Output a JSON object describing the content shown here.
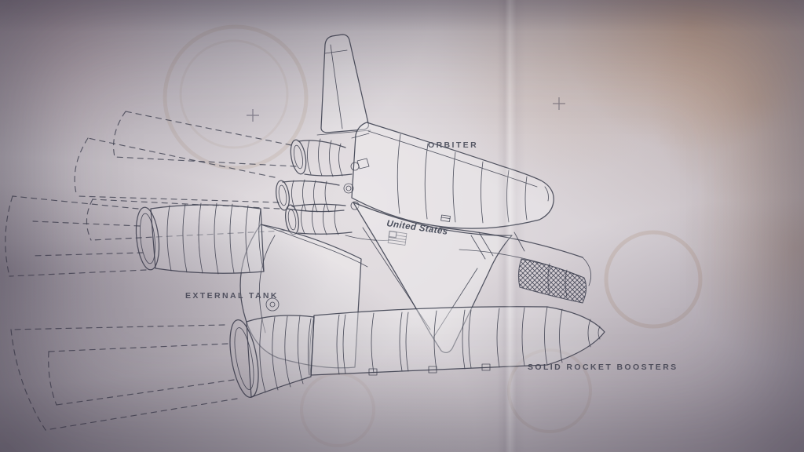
{
  "diagram": {
    "labels": {
      "orbiter": "ORBITER",
      "external_tank": "EXTERNAL TANK",
      "solid_rocket_boosters": "SOLID ROCKET BOOSTERS",
      "united_states": "United States"
    },
    "colors": {
      "ink": "#3d4150",
      "paper": "#d6d0d5",
      "stain": "#b98f6e"
    }
  }
}
